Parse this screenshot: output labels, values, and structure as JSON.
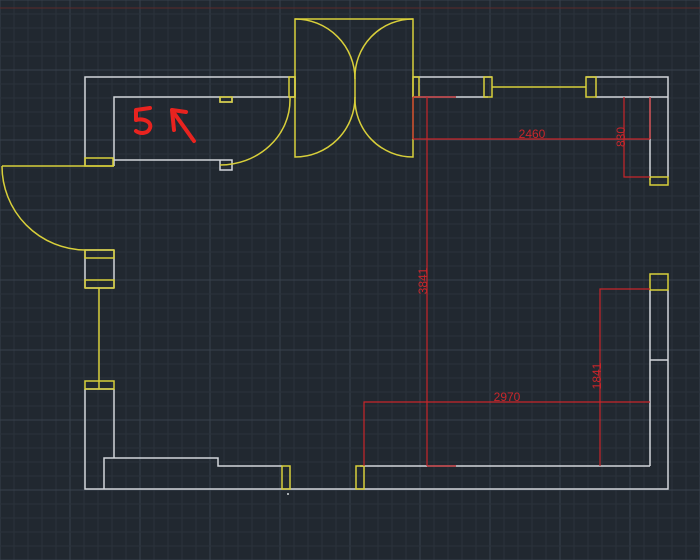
{
  "colors": {
    "background": "#212830",
    "grid_major": "#38414c",
    "grid_minor": "#2a323b",
    "wall": "#d2d6da",
    "door_window": "#d8cf3a",
    "dimension": "#c8262b",
    "markup": "#e8231f"
  },
  "dimensions": {
    "width_top": "2460",
    "height_small": "830",
    "height_main": "3841",
    "width_bottom": "2970",
    "height_right": "1841"
  },
  "annotation": {
    "handwritten": "5↖",
    "color_name": "red"
  }
}
